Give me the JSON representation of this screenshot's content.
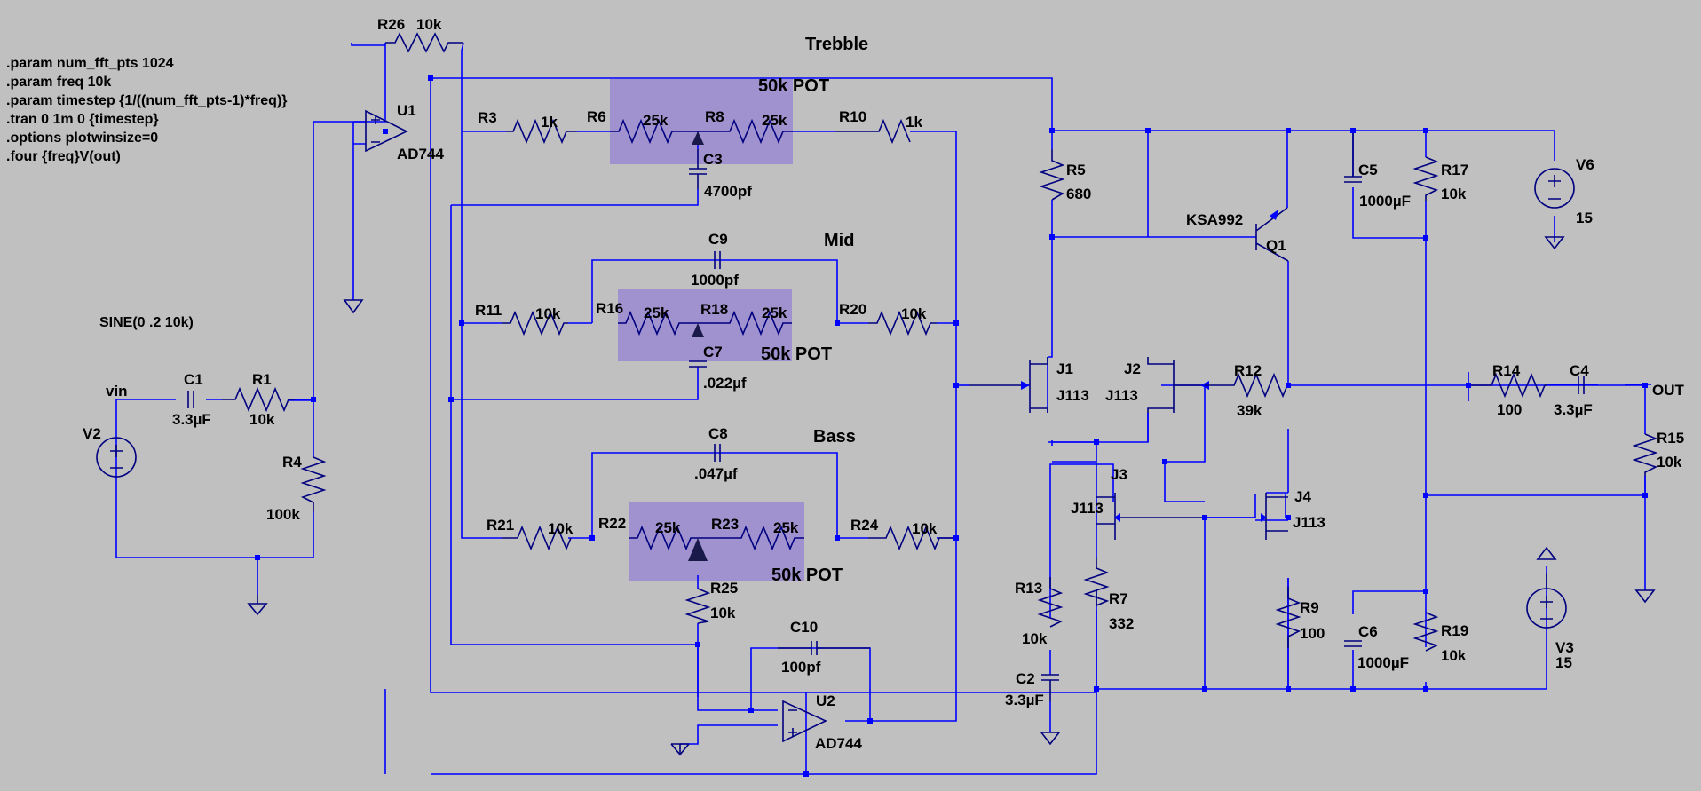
{
  "directives": [
    ".param num_fft_pts 1024",
    ".param freq 10k",
    ".param timestep {1/((num_fft_pts-1)*freq)}",
    ".tran 0 1m 0 {timestep}",
    ".options plotwinsize=0",
    ".four {freq}V(out)"
  ],
  "source_label": "SINE(0 .2 10k)",
  "headings": {
    "treble": "Trebble",
    "mid": "Mid",
    "bass": "Bass",
    "pot": "50k POT"
  },
  "nets": {
    "vin": "vin",
    "out": "OUT"
  },
  "components": {
    "R26": {
      "name": "R26",
      "value": "10k"
    },
    "U1": {
      "name": "U1",
      "value": "AD744"
    },
    "U2": {
      "name": "U2",
      "value": "AD744"
    },
    "R3": {
      "name": "R3",
      "value": "1k"
    },
    "R6": {
      "name": "R6",
      "value": "25k"
    },
    "R8": {
      "name": "R8",
      "value": "25k"
    },
    "R10": {
      "name": "R10",
      "value": "1k"
    },
    "C3": {
      "name": "C3",
      "value": "4700pf"
    },
    "C9": {
      "name": "C9",
      "value": "1000pf"
    },
    "R11": {
      "name": "R11",
      "value": "10k"
    },
    "R16": {
      "name": "R16",
      "value": "25k"
    },
    "R18": {
      "name": "R18",
      "value": "25k"
    },
    "R20": {
      "name": "R20",
      "value": "10k"
    },
    "C7": {
      "name": "C7",
      "value": ".022µf"
    },
    "C8": {
      "name": "C8",
      "value": ".047µf"
    },
    "R21": {
      "name": "R21",
      "value": "10k"
    },
    "R22": {
      "name": "R22",
      "value": "25k"
    },
    "R23": {
      "name": "R23",
      "value": "25k"
    },
    "R24": {
      "name": "R24",
      "value": "10k"
    },
    "R25": {
      "name": "R25",
      "value": "10k"
    },
    "C10": {
      "name": "C10",
      "value": "100pf"
    },
    "C1": {
      "name": "C1",
      "value": "3.3µF"
    },
    "R1": {
      "name": "R1",
      "value": "10k"
    },
    "V2": {
      "name": "V2",
      "value": ""
    },
    "R4": {
      "name": "R4",
      "value": "100k"
    },
    "R5": {
      "name": "R5",
      "value": "680"
    },
    "Q1": {
      "name": "Q1",
      "value": "KSA992"
    },
    "C5": {
      "name": "C5",
      "value": "1000µF"
    },
    "R17": {
      "name": "R17",
      "value": "10k"
    },
    "V6": {
      "name": "V6",
      "value": "15"
    },
    "J1": {
      "name": "J1",
      "value": "J113"
    },
    "J2": {
      "name": "J2",
      "value": "J113"
    },
    "R12": {
      "name": "R12",
      "value": "39k"
    },
    "R14": {
      "name": "R14",
      "value": "100"
    },
    "C4": {
      "name": "C4",
      "value": "3.3µF"
    },
    "R15": {
      "name": "R15",
      "value": "10k"
    },
    "J3": {
      "name": "J3",
      "value": "J113"
    },
    "J4": {
      "name": "J4",
      "value": "J113"
    },
    "R13": {
      "name": "R13",
      "value": "10k"
    },
    "C2": {
      "name": "C2",
      "value": "3.3µF"
    },
    "R7": {
      "name": "R7",
      "value": "332"
    },
    "R9": {
      "name": "R9",
      "value": "100"
    },
    "C6": {
      "name": "C6",
      "value": "1000µF"
    },
    "R19": {
      "name": "R19",
      "value": "10k"
    },
    "V3": {
      "name": "V3",
      "value": "15"
    }
  }
}
